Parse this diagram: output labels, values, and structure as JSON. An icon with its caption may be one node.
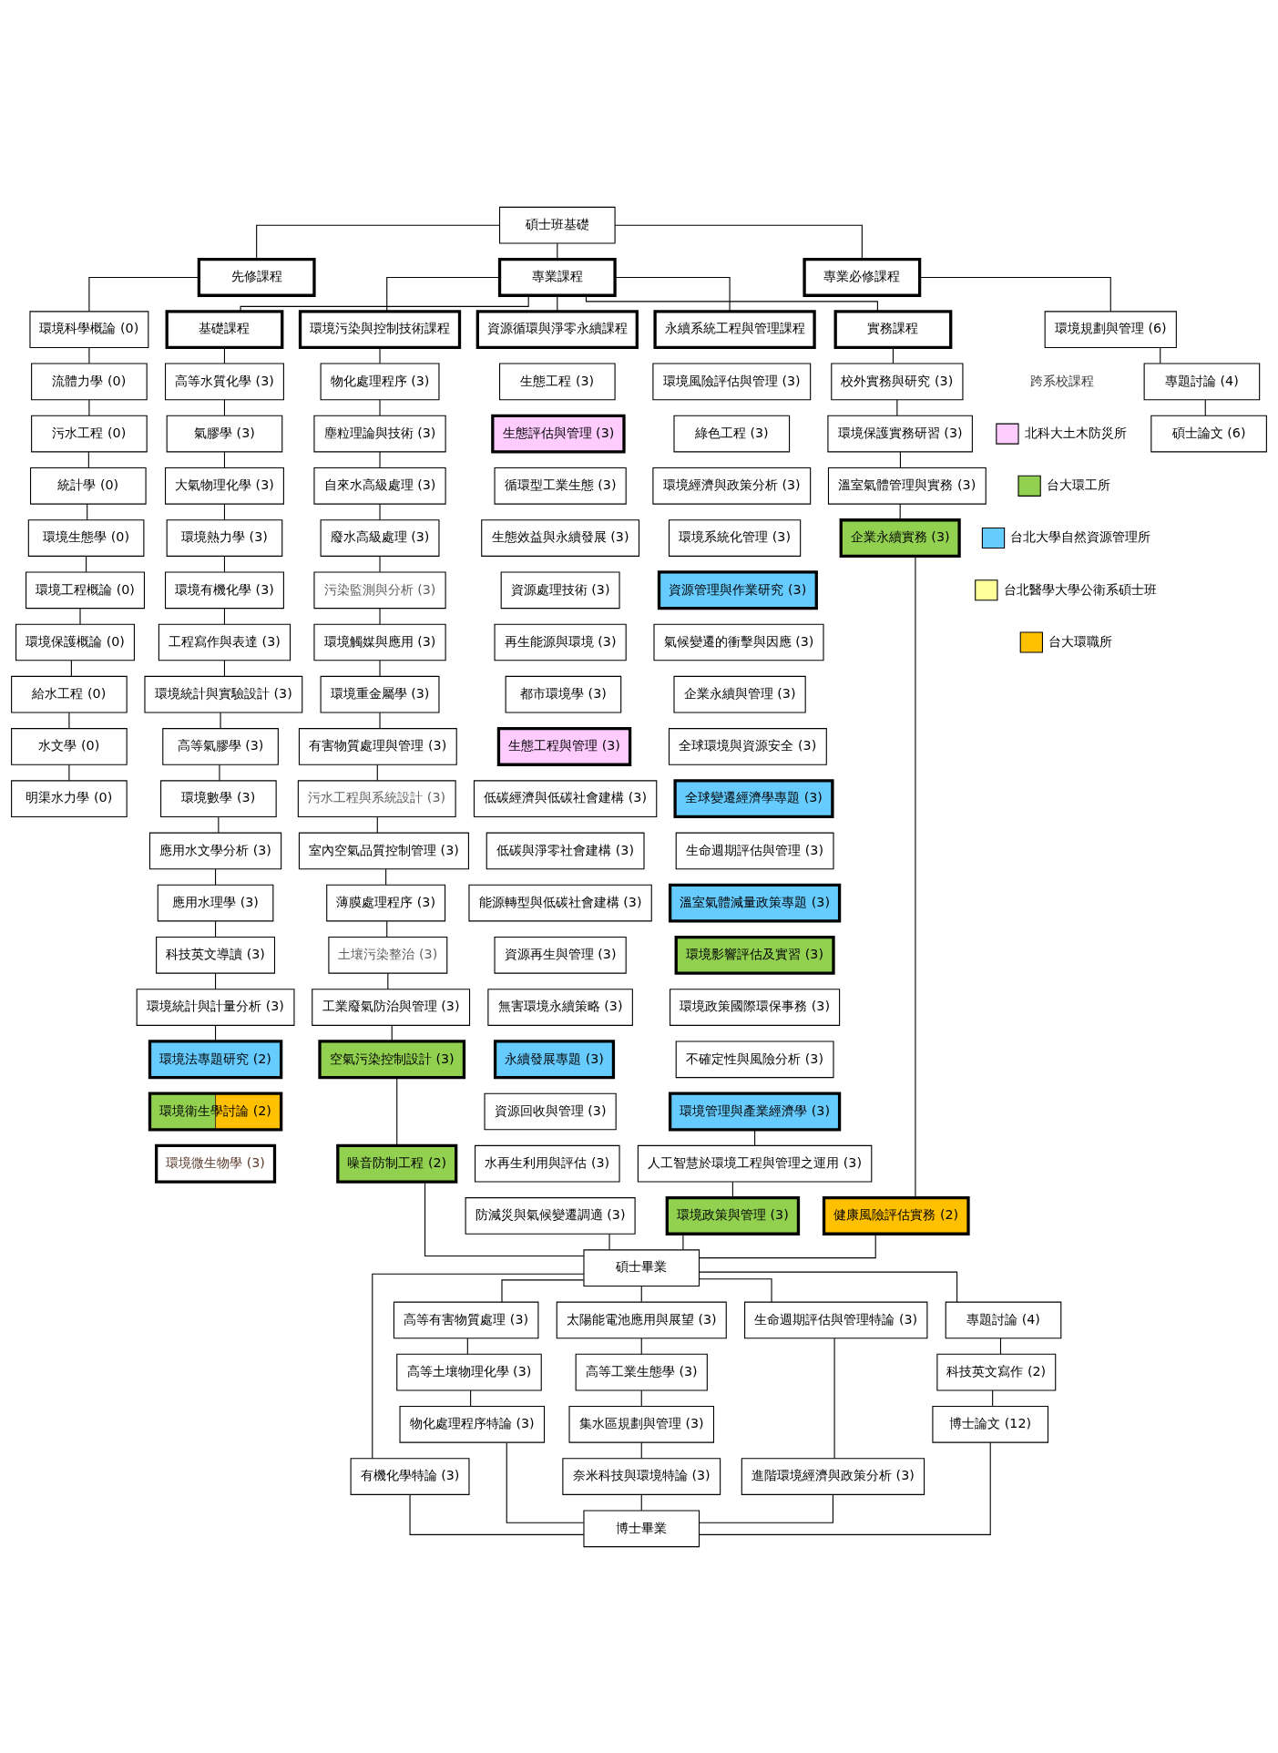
{
  "diagram": {
    "nodes": [
      {
        "text": [
          "碩士班基礎"
        ]
      },
      {
        "text": [
          "先修課程"
        ]
      },
      {
        "text": [
          "專業課程"
        ]
      },
      {
        "text": [
          "專業必修課程"
        ]
      },
      {
        "text": [
          "基礎課程"
        ]
      },
      {
        "text": [
          "環境污染與控制技術課程"
        ]
      },
      {
        "text": [
          "資源循環與淨零永續課程"
        ]
      },
      {
        "text": [
          "永續系統工程與管理課程"
        ]
      },
      {
        "text": [
          "實務課程"
        ]
      },
      {
        "text": [
          "環境科學概論 (0)"
        ]
      },
      {
        "text": [
          "流體力學 (0)"
        ]
      },
      {
        "text": [
          "污水工程 (0)"
        ]
      },
      {
        "text": [
          "統計學 (0)"
        ]
      },
      {
        "text": [
          "環境生態學 (0)"
        ]
      },
      {
        "text": [
          "環境工程概論 (0)"
        ]
      },
      {
        "text": [
          "環境保護概論 (0)"
        ]
      },
      {
        "text": [
          "給水工程 (0)"
        ]
      },
      {
        "text": [
          "水文學 (0)"
        ]
      },
      {
        "text": [
          "明渠水力學 (0)"
        ]
      },
      {
        "text": [
          "高等水質化學 (3)"
        ]
      },
      {
        "text": [
          "氣膠學 (3)"
        ]
      },
      {
        "text": [
          "大氣物理化學 (3)"
        ]
      },
      {
        "text": [
          "環境熱力學 (3)"
        ]
      },
      {
        "text": [
          "環境有機化學 (3)"
        ]
      },
      {
        "text": [
          "工程寫作與表達 (3)"
        ]
      },
      {
        "text": [
          "環境統計與實驗設計 (3)"
        ]
      },
      {
        "text": [
          "高等氣膠學 (3)"
        ]
      },
      {
        "text": [
          "環境數學 (3)"
        ]
      },
      {
        "text": [
          "應用水文學分析 (3)"
        ]
      },
      {
        "text": [
          "應用水理學 (3)"
        ]
      },
      {
        "text": [
          "科技英文導讀 (3)"
        ]
      },
      {
        "text": [
          "環境統計與計量分析 (3)"
        ]
      },
      {
        "text": [
          "環境法專題研究 (2)"
        ]
      },
      {
        "text": [
          "環境衛生學討論 (2)"
        ]
      },
      {
        "text": [
          "環境微生物學 (3)"
        ]
      },
      {
        "text": [
          "物化處理程序 (3)"
        ]
      },
      {
        "text": [
          "塵粒理論與技術 (3)"
        ]
      },
      {
        "text": [
          "自來水高級處理 (3)"
        ]
      },
      {
        "text": [
          "廢水高級處理 (3)"
        ]
      },
      {
        "text": [
          "污染監測與分析 (3)"
        ]
      },
      {
        "text": [
          "環境觸媒與應用 (3)"
        ]
      },
      {
        "text": [
          "環境重金屬學 (3)"
        ]
      },
      {
        "text": [
          "有害物質處理與管理 (3)"
        ]
      },
      {
        "text": [
          "污水工程與系統設計 (3)"
        ]
      },
      {
        "text": [
          "室內空氣品質控制管理 (3)"
        ]
      },
      {
        "text": [
          "薄膜處理程序 (3)"
        ]
      },
      {
        "text": [
          "土壤污染整治 (3)"
        ]
      },
      {
        "text": [
          "工業廢氣防治與管理 (3)"
        ]
      },
      {
        "text": [
          "空氣污染控制設計 (3)"
        ]
      },
      {
        "text": [
          "噪音防制工程 (2)"
        ]
      },
      {
        "text": [
          "生態工程 (3)"
        ]
      },
      {
        "text": [
          "生態評估與管理 (3)"
        ]
      },
      {
        "text": [
          "循環型工業生態 (3)"
        ]
      },
      {
        "text": [
          "生態效益與永續發展 (3)"
        ]
      },
      {
        "text": [
          "資源處理技術 (3)"
        ]
      },
      {
        "text": [
          "再生能源與環境 (3)"
        ]
      },
      {
        "text": [
          "都市環境學 (3)"
        ]
      },
      {
        "text": [
          "生態工程與管理 (3)"
        ]
      },
      {
        "text": [
          "低碳經濟與低碳社會建構 (3)"
        ]
      },
      {
        "text": [
          "低碳與淨零社會建構 (3)"
        ]
      },
      {
        "text": [
          "能源轉型與低碳社會建構 (3)"
        ]
      },
      {
        "text": [
          "資源再生與管理 (3)"
        ]
      },
      {
        "text": [
          "無害環境永續策略 (3)"
        ]
      },
      {
        "text": [
          "永續發展專題 (3)"
        ]
      },
      {
        "text": [
          "資源回收與管理 (3)"
        ]
      },
      {
        "text": [
          "水再生利用與評估 (3)"
        ]
      },
      {
        "text": [
          "防減災與氣候變遷調適 (3)"
        ]
      },
      {
        "text": [
          "環境風險評估與管理 (3)"
        ]
      },
      {
        "text": [
          "綠色工程 (3)"
        ]
      },
      {
        "text": [
          "環境經濟與政策分析 (3)"
        ]
      },
      {
        "text": [
          "環境系統化管理 (3)"
        ]
      },
      {
        "text": [
          "資源管理與作業研究 (3)"
        ]
      },
      {
        "text": [
          "氣候變遷的衝擊與因應 (3)"
        ]
      },
      {
        "text": [
          "企業永續與管理 (3)"
        ]
      },
      {
        "text": [
          "全球環境與資源安全 (3)"
        ]
      },
      {
        "text": [
          "全球變遷經濟學專題 (3)"
        ]
      },
      {
        "text": [
          "生命週期評估與管理 (3)"
        ]
      },
      {
        "text": [
          "溫室氣體減量政策專題 (3)"
        ]
      },
      {
        "text": [
          "環境影響評估及實習 (3)"
        ]
      },
      {
        "text": [
          "環境政策國際環保事務 (3)"
        ]
      },
      {
        "text": [
          "不確定性與風險分析 (3)"
        ]
      },
      {
        "text": [
          "環境管理與產業經濟學 (3)"
        ]
      },
      {
        "text": [
          "人工智慧於環境工程與管理之運用 (3)"
        ]
      },
      {
        "text": [
          "環境政策與管理 (3)"
        ]
      },
      {
        "text": [
          "校外實務與研究 (3)"
        ]
      },
      {
        "text": [
          "環境保護實務研習 (3)"
        ]
      },
      {
        "text": [
          "溫室氣體管理與實務 (3)"
        ]
      },
      {
        "text": [
          "企業永續實務 (3)"
        ]
      },
      {
        "text": [
          "健康風險評估實務 (2)"
        ]
      },
      {
        "text": [
          "環境規劃與管理 (6)"
        ]
      },
      {
        "text": [
          "專題討論 (4)"
        ]
      },
      {
        "text": [
          "碩士論文 (6)"
        ]
      },
      {
        "text": [
          "碩士畢業"
        ]
      },
      {
        "text": [
          "有機化學特論 (3)"
        ]
      },
      {
        "text": [
          "高等有害物質處理 (3)"
        ]
      },
      {
        "text": [
          "高等土壤物理化學 (3)"
        ]
      },
      {
        "text": [
          "物化處理程序特論 (3)"
        ]
      },
      {
        "text": [
          "太陽能電池應用與展望 (3)"
        ]
      },
      {
        "text": [
          "高等工業生態學 (3)"
        ]
      },
      {
        "text": [
          "集水區規劃與管理 (3)"
        ]
      },
      {
        "text": [
          "奈米科技與環境特論 (3)"
        ]
      },
      {
        "text": [
          "生命週期評估與管理特論 (3)"
        ]
      },
      {
        "text": [
          "進階環境經濟與政策分析 (3)"
        ]
      },
      {
        "text": [
          "專題討論 (4)"
        ]
      },
      {
        "text": [
          "科技英文寫作 (2)"
        ]
      },
      {
        "text": [
          "博士論文 (12)"
        ]
      },
      {
        "text": [
          "博士畢業"
        ]
      }
    ],
    "edges": [
      {
        "from": 0,
        "to": 1,
        "arrow": "none"
      },
      {
        "from": 0,
        "to": 2,
        "arrow": "none"
      },
      {
        "from": 0,
        "to": 3,
        "arrow": "none"
      },
      {
        "from": 2,
        "to": 4,
        "arrow": "none"
      },
      {
        "from": 2,
        "to": 5,
        "arrow": "none"
      },
      {
        "from": 2,
        "to": 6,
        "arrow": "none"
      },
      {
        "from": 2,
        "to": 7,
        "arrow": "none"
      },
      {
        "from": 2,
        "to": 8,
        "arrow": "none"
      },
      {
        "from": 1,
        "to": 9,
        "arrow": "none"
      },
      {
        "from": 9,
        "to": 10,
        "arrow": "none"
      },
      {
        "from": 10,
        "to": 11,
        "arrow": "none"
      },
      {
        "from": 11,
        "to": 12,
        "arrow": "none"
      },
      {
        "from": 12,
        "to": 13,
        "arrow": "none"
      },
      {
        "from": 13,
        "to": 14,
        "arrow": "none"
      },
      {
        "from": 14,
        "to": 15,
        "arrow": "none"
      },
      {
        "from": 15,
        "to": 16,
        "arrow": "none"
      },
      {
        "from": 16,
        "to": 17,
        "arrow": "none"
      },
      {
        "from": 17,
        "to": 18,
        "arrow": "none"
      },
      {
        "from": 4,
        "to": 19,
        "arrow": "none"
      },
      {
        "from": 19,
        "to": 20,
        "arrow": "none"
      },
      {
        "from": 20,
        "to": 21,
        "arrow": "none"
      },
      {
        "from": 21,
        "to": 22,
        "arrow": "none"
      },
      {
        "from": 22,
        "to": 23,
        "arrow": "none"
      },
      {
        "from": 23,
        "to": 24,
        "arrow": "none"
      },
      {
        "from": 24,
        "to": 25,
        "arrow": "none"
      },
      {
        "from": 25,
        "to": 26,
        "arrow": "none"
      },
      {
        "from": 26,
        "to": 27,
        "arrow": "none"
      },
      {
        "from": 27,
        "to": 28,
        "arrow": "none"
      },
      {
        "from": 28,
        "to": 29,
        "arrow": "none"
      },
      {
        "from": 29,
        "to": 30,
        "arrow": "none"
      },
      {
        "from": 30,
        "to": 31,
        "arrow": "none"
      },
      {
        "from": 31,
        "to": 32,
        "arrow": "none"
      },
      {
        "from": 5,
        "to": 35,
        "arrow": "none"
      },
      {
        "from": 35,
        "to": 36,
        "arrow": "none"
      },
      {
        "from": 36,
        "to": 37,
        "arrow": "none"
      },
      {
        "from": 37,
        "to": 38,
        "arrow": "none"
      },
      {
        "from": 38,
        "to": 39,
        "arrow": "none"
      },
      {
        "from": 39,
        "to": 40,
        "arrow": "none"
      },
      {
        "from": 40,
        "to": 41,
        "arrow": "none"
      },
      {
        "from": 41,
        "to": 42,
        "arrow": "none"
      },
      {
        "from": 42,
        "to": 43,
        "arrow": "none"
      },
      {
        "from": 43,
        "to": 44,
        "arrow": "none"
      },
      {
        "from": 44,
        "to": 45,
        "arrow": "none"
      },
      {
        "from": 45,
        "to": 46,
        "arrow": "none"
      },
      {
        "from": 46,
        "to": 47,
        "arrow": "none"
      },
      {
        "from": 47,
        "to": 48,
        "arrow": "none"
      },
      {
        "from": 48,
        "to": 49,
        "arrow": "none"
      },
      {
        "from": 81,
        "to": 82,
        "arrow": "none"
      },
      {
        "from": 82,
        "to": 83,
        "arrow": "none"
      },
      {
        "from": 8,
        "to": 84,
        "arrow": "none"
      },
      {
        "from": 84,
        "to": 85,
        "arrow": "none"
      },
      {
        "from": 85,
        "to": 86,
        "arrow": "none"
      },
      {
        "from": 86,
        "to": 87,
        "arrow": "none"
      },
      {
        "from": 87,
        "to": 88,
        "arrow": "none"
      },
      {
        "from": 3,
        "to": 89,
        "arrow": "none"
      },
      {
        "from": 89,
        "to": 90,
        "arrow": "none"
      },
      {
        "from": 90,
        "to": 91,
        "arrow": "none"
      },
      {
        "from": 49,
        "to": 92,
        "arrow": "none"
      },
      {
        "from": 66,
        "to": 92,
        "arrow": "none"
      },
      {
        "from": 83,
        "to": 92,
        "arrow": "none"
      },
      {
        "from": 88,
        "to": 92,
        "arrow": "none"
      },
      {
        "from": 92,
        "to": 93,
        "arrow": "none"
      },
      {
        "from": 92,
        "to": 94,
        "arrow": "none"
      },
      {
        "from": 92,
        "to": 97,
        "arrow": "none"
      },
      {
        "from": 92,
        "to": 101,
        "arrow": "none"
      },
      {
        "from": 92,
        "to": 103,
        "arrow": "none"
      },
      {
        "from": 94,
        "to": 95,
        "arrow": "none"
      },
      {
        "from": 95,
        "to": 96,
        "arrow": "none"
      },
      {
        "from": 97,
        "to": 98,
        "arrow": "none"
      },
      {
        "from": 98,
        "to": 99,
        "arrow": "none"
      },
      {
        "from": 99,
        "to": 100,
        "arrow": "none"
      },
      {
        "from": 101,
        "to": 102,
        "arrow": "none"
      },
      {
        "from": 103,
        "to": 104,
        "arrow": "none"
      },
      {
        "from": 104,
        "to": 105,
        "arrow": "none"
      },
      {
        "from": 93,
        "to": 106,
        "arrow": "none"
      },
      {
        "from": 96,
        "to": 106,
        "arrow": "none"
      },
      {
        "from": 100,
        "to": 106,
        "arrow": "none"
      },
      {
        "from": 102,
        "to": 106,
        "arrow": "none"
      },
      {
        "from": 105,
        "to": 106,
        "arrow": "none"
      }
    ],
    "labels": [
      "跨系校課程"
    ],
    "legend": [
      {
        "text": "北科大土木防災所",
        "color": "#ffccff"
      },
      {
        "text": "台大環工所",
        "color": "#92d050"
      },
      {
        "text": "台北大學自然資源管理所",
        "color": "#66ccff"
      },
      {
        "text": "台北醫學大學公衛系碩士班",
        "color": "#ffff99"
      },
      {
        "text": "台大環職所",
        "color": "#ffc000"
      }
    ]
  }
}
